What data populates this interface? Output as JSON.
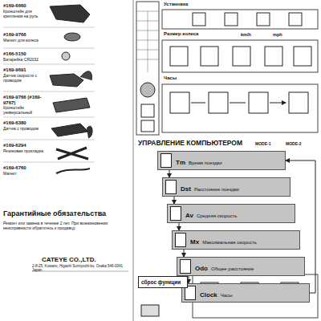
{
  "diagram": {
    "nodes": [
      {
        "text": [
          "Tm",
          "Время поездки"
        ]
      },
      {
        "text": [
          "Dst",
          "Расстояние поездки"
        ]
      },
      {
        "text": [
          "Av",
          "Средняя скорость"
        ]
      },
      {
        "text": [
          "Mx",
          "Максимальная скорость"
        ]
      },
      {
        "text": [
          "Odo",
          "Общее расстояние"
        ]
      },
      {
        "text": [
          "Clock",
          "Часы"
        ]
      },
      {
        "text": [
          "сброс функции"
        ]
      }
    ],
    "edges": [
      {
        "from": 0,
        "to": 1,
        "arrow": "to"
      },
      {
        "from": 1,
        "to": 2,
        "arrow": "to"
      },
      {
        "from": 2,
        "to": 3,
        "arrow": "to"
      },
      {
        "from": 3,
        "to": 4,
        "arrow": "to"
      },
      {
        "from": 4,
        "to": 5,
        "arrow": "to"
      },
      {
        "from": 5,
        "to": 0,
        "arrow": "to"
      }
    ],
    "labels": [
      "#169-6660",
      "#169-9766",
      "#166-5150",
      "#169-9691",
      "#169-9766 (#169-9767)",
      "#169-6380",
      "#169-6294",
      "#169-6760",
      "Кронштейн для крепления на руль",
      "Магнит для колеса",
      "Батарейка CR2032",
      "Датчик скорости с проводом",
      "Кронштейн универсальный",
      "Датчик с проводом",
      "Резиновая прокладка",
      "Магнит",
      "Гарантийные обязательства",
      "Ремонт или замена в течение 2 лет. При возникновении неисправности обратитесь к продавцу.",
      "CATEYE CO.,LTD.",
      "2-8-25, Kuwazu, Higashi Sumiyoshi-ku, Osaka 546-0041 Japan",
      "УПРАВЛЕНИЕ КОМПЬЮТЕРОМ",
      "MODE-1",
      "MODE-2",
      "Установка",
      "Размер колеса",
      "km/h",
      "mph",
      "Часы"
    ]
  }
}
